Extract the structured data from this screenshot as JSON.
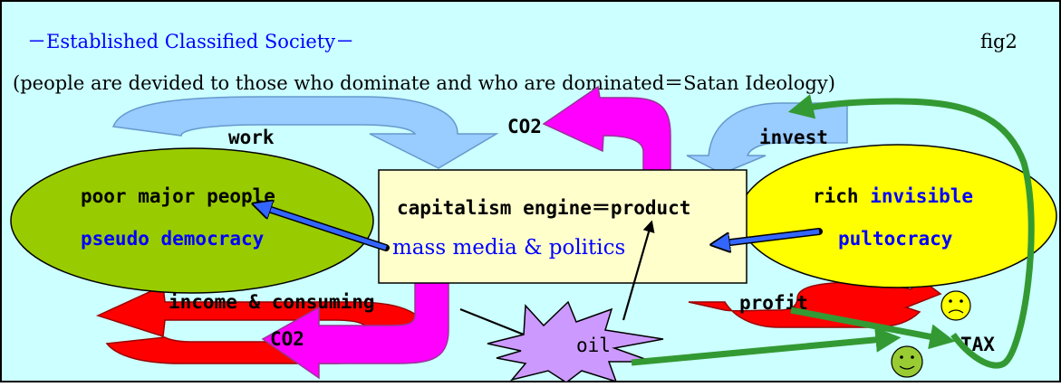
{
  "header": {
    "title": "－Established Classified Society－",
    "fig_label": "fig2",
    "subtitle": "(people are devided to those who dominate and who are dominated＝Satan Ideology)"
  },
  "arrows": {
    "work": "work",
    "co2_top": "CO2",
    "invest": "invest",
    "income": "income & consuming",
    "co2_bottom": "CO2",
    "profit": "profit",
    "tax": "TAX"
  },
  "poor": {
    "line1": "poor major people",
    "line2": "pseudo democracy"
  },
  "engine": {
    "line1": "capitalism engine＝product",
    "line2": "mass media & politics"
  },
  "rich": {
    "line1_a": "rich ",
    "line1_b": "invisible",
    "line2": "pultocracy"
  },
  "oil": "oil",
  "colors": {
    "background": "#ccffff",
    "blue_arrow": "#99ccff",
    "magenta": "#ff00ff",
    "red": "#ff0000",
    "poor_ellipse": "#99cc00",
    "rich_ellipse": "#ffff00",
    "engine_box": "#ffffcc",
    "oil_star": "#cc99ff",
    "green_arrow": "#339933",
    "blue_text": "#0000ff",
    "pointer_blue": "#3366ff"
  }
}
